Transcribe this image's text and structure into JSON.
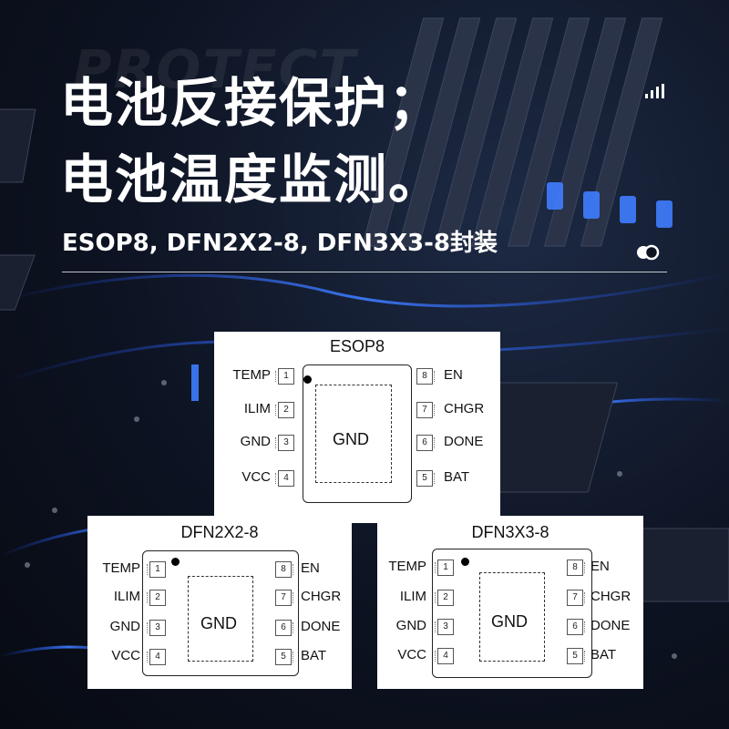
{
  "banner": {
    "watermark": "PROTECT",
    "title_line1": "电池反接保护；",
    "title_line2": "电池温度监测。",
    "subtitle": "ESOP8, DFN2X2-8, DFN3X3-8封装"
  },
  "icons": {
    "signal": "signal-bars-icon",
    "toggle": "toggle-circles-icon"
  },
  "colors": {
    "background": "#0d1322",
    "accent_blue": "#2f6dff",
    "text": "#ffffff"
  },
  "packages": [
    {
      "name": "ESOP8",
      "center_label": "GND",
      "left_pins": [
        {
          "num": "1",
          "name": "TEMP"
        },
        {
          "num": "2",
          "name": "ILIM"
        },
        {
          "num": "3",
          "name": "GND"
        },
        {
          "num": "4",
          "name": "VCC"
        }
      ],
      "right_pins": [
        {
          "num": "8",
          "name": "EN"
        },
        {
          "num": "7",
          "name": "CHGR"
        },
        {
          "num": "6",
          "name": "DONE"
        },
        {
          "num": "5",
          "name": "BAT"
        }
      ]
    },
    {
      "name": "DFN2X2-8",
      "center_label": "GND",
      "left_pins": [
        {
          "num": "1",
          "name": "TEMP"
        },
        {
          "num": "2",
          "name": "ILIM"
        },
        {
          "num": "3",
          "name": "GND"
        },
        {
          "num": "4",
          "name": "VCC"
        }
      ],
      "right_pins": [
        {
          "num": "8",
          "name": "EN"
        },
        {
          "num": "7",
          "name": "CHGR"
        },
        {
          "num": "6",
          "name": "DONE"
        },
        {
          "num": "5",
          "name": "BAT"
        }
      ]
    },
    {
      "name": "DFN3X3-8",
      "center_label": "GND",
      "left_pins": [
        {
          "num": "1",
          "name": "TEMP"
        },
        {
          "num": "2",
          "name": "ILIM"
        },
        {
          "num": "3",
          "name": "GND"
        },
        {
          "num": "4",
          "name": "VCC"
        }
      ],
      "right_pins": [
        {
          "num": "8",
          "name": "EN"
        },
        {
          "num": "7",
          "name": "CHGR"
        },
        {
          "num": "6",
          "name": "DONE"
        },
        {
          "num": "5",
          "name": "BAT"
        }
      ]
    }
  ]
}
